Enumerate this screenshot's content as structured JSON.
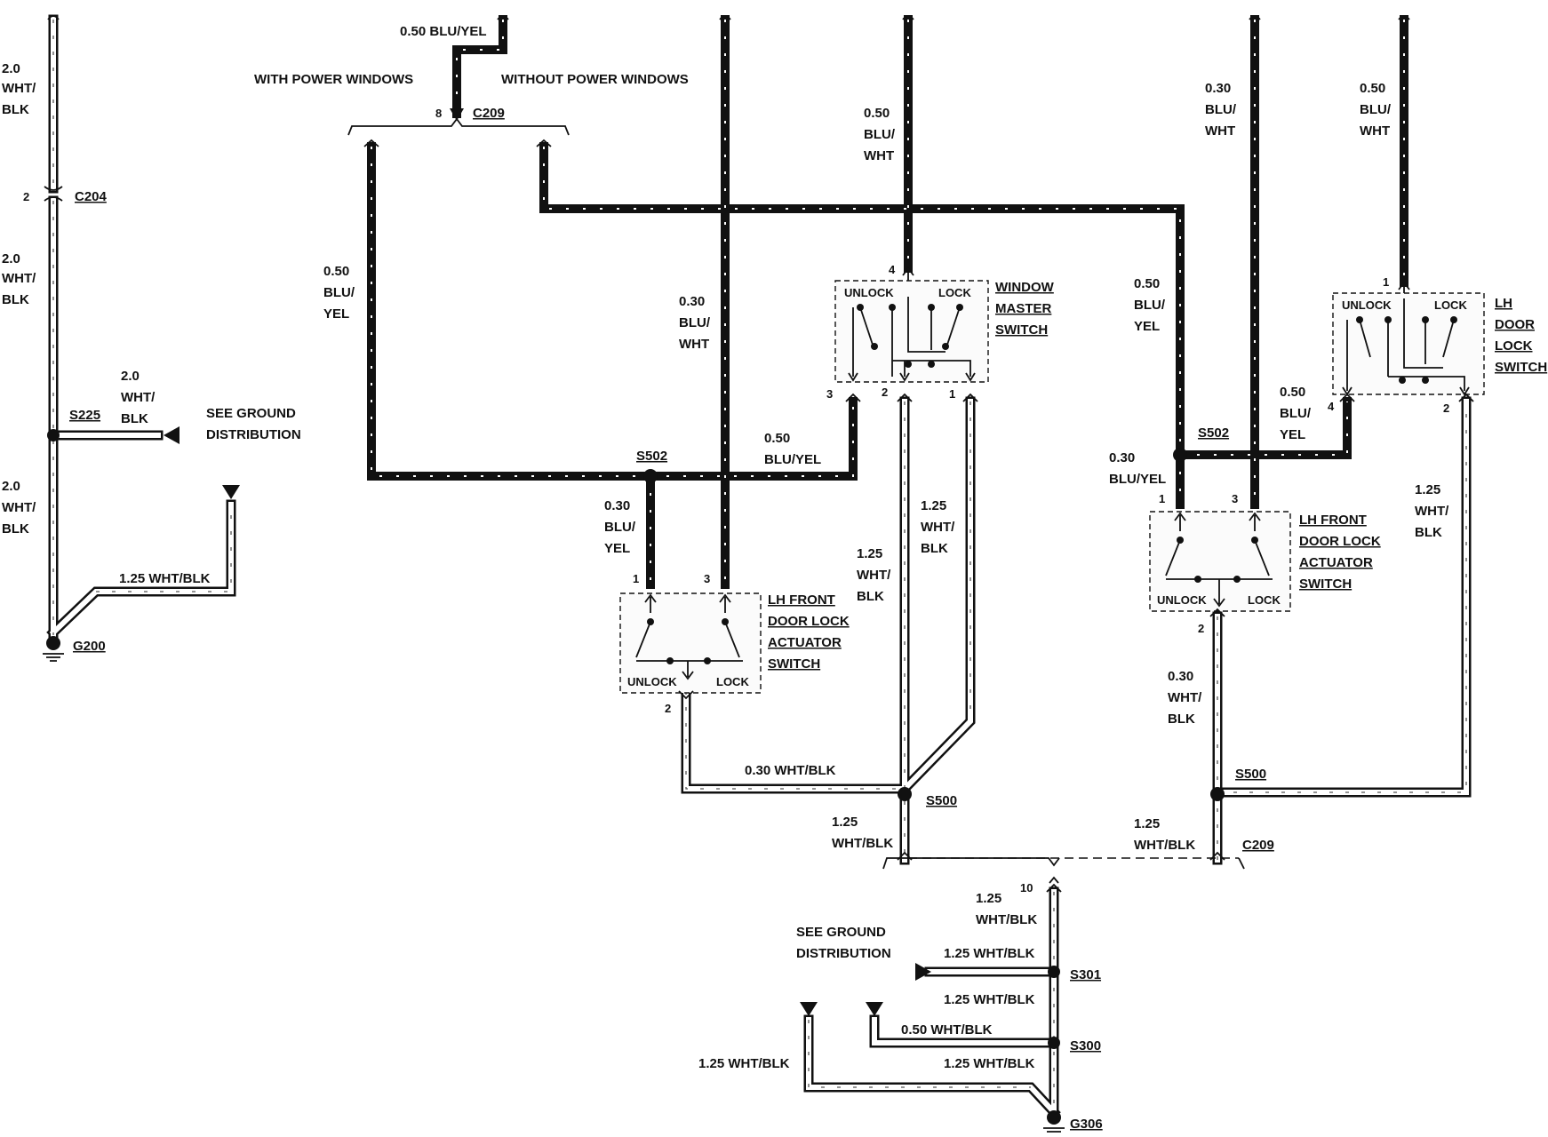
{
  "labels": {
    "lbl_tl_wire": "0.50 BLU/YEL",
    "lbl_with_pw": "WITH POWER WINDOWS",
    "lbl_without_pw": "WITHOUT POWER WINDOWS",
    "lbl_c209_top_pin": "8",
    "lbl_c209_top": "C209",
    "lbl_left_a1": "2.0",
    "lbl_left_a2": "WHT/",
    "lbl_left_a3": "BLK",
    "lbl_c204_pin": "2",
    "lbl_c204": "C204",
    "lbl_left_b1": "2.0",
    "lbl_left_b2": "WHT/",
    "lbl_left_b3": "BLK",
    "lbl_s225": "S225",
    "lbl_s225w1": "2.0",
    "lbl_s225w2": "WHT/",
    "lbl_s225w3": "BLK",
    "lbl_seeground1a": "SEE GROUND",
    "lbl_seeground1b": "DISTRIBUTION",
    "lbl_left_c1": "2.0",
    "lbl_left_c2": "WHT/",
    "lbl_left_c3": "BLK",
    "lbl_g200w": "1.25 WHT/BLK",
    "lbl_g200": "G200",
    "lbl_bluyel_a1": "0.50",
    "lbl_bluyel_a2": "BLU/",
    "lbl_bluyel_a3": "YEL",
    "lbl_bluwht_a1": "0.30",
    "lbl_bluwht_a2": "BLU/",
    "lbl_bluwht_a3": "WHT",
    "lbl_bluwht_b1": "0.50",
    "lbl_bluwht_b2": "BLU/",
    "lbl_bluwht_b3": "WHT",
    "lbl_wms_pin4": "4",
    "lbl_wms_unlock": "UNLOCK",
    "lbl_wms_lock": "LOCK",
    "lbl_wms1": "WINDOW",
    "lbl_wms2": "MASTER",
    "lbl_wms3": "SWITCH",
    "lbl_wms_pin3": "3",
    "lbl_wms_pin2": "2",
    "lbl_wms_pin1": "1",
    "lbl_s502_l": "S502",
    "lbl_bluyel_b1": "0.50",
    "lbl_bluyel_b2": "BLU/YEL",
    "lbl_bluyel_c1": "0.30",
    "lbl_bluyel_c2": "BLU/",
    "lbl_bluyel_c3": "YEL",
    "lbl_act_l_pin1": "1",
    "lbl_act_l_pin3": "3",
    "lbl_act_l1": "LH FRONT",
    "lbl_act_l2": "DOOR LOCK",
    "lbl_act_l3": "ACTUATOR",
    "lbl_act_l4": "SWITCH",
    "lbl_act_l_unlock": "UNLOCK",
    "lbl_act_l_lock": "LOCK",
    "lbl_act_l_pin2": "2",
    "lbl_wb_a1": "1.25",
    "lbl_wb_a2": "WHT/",
    "lbl_wb_a3": "BLK",
    "lbl_wb_b1": "1.25",
    "lbl_wb_b2": "WHT/",
    "lbl_wb_b3": "BLK",
    "lbl_wb_c": "0.30 WHT/BLK",
    "lbl_s500_l": "S500",
    "lbl_wb_d1": "1.25",
    "lbl_wb_d2": "WHT/BLK",
    "lbl_bluyel_d1": "0.50",
    "lbl_bluyel_d2": "BLU/",
    "lbl_bluyel_d3": "YEL",
    "lbl_bluwht_c1": "0.30",
    "lbl_bluwht_c2": "BLU/",
    "lbl_bluwht_c3": "WHT",
    "lbl_bluwht_d1": "0.50",
    "lbl_bluwht_d2": "BLU/",
    "lbl_bluwht_d3": "WHT",
    "lbl_lhdls_pin1": "1",
    "lbl_lhdls_unlock": "UNLOCK",
    "lbl_lhdls_lock": "LOCK",
    "lbl_lhdls1": "LH",
    "lbl_lhdls2": "DOOR",
    "lbl_lhdls3": "LOCK",
    "lbl_lhdls4": "SWITCH",
    "lbl_lhdls_pin4": "4",
    "lbl_lhdls_pin2": "2",
    "lbl_bluyel_e1": "0.50",
    "lbl_bluyel_e2": "BLU/",
    "lbl_bluyel_e3": "YEL",
    "lbl_bluyel_f1": "0.30",
    "lbl_bluyel_f2": "BLU/YEL",
    "lbl_s502_r": "S502",
    "lbl_act_r_pin1": "1",
    "lbl_act_r_pin3": "3",
    "lbl_act_r1": "LH FRONT",
    "lbl_act_r2": "DOOR LOCK",
    "lbl_act_r3": "ACTUATOR",
    "lbl_act_r4": "SWITCH",
    "lbl_act_r_unlock": "UNLOCK",
    "lbl_act_r_lock": "LOCK",
    "lbl_act_r_pin2": "2",
    "lbl_wb_e1": "0.30",
    "lbl_wb_e2": "WHT/",
    "lbl_wb_e3": "BLK",
    "lbl_wb_f1": "1.25",
    "lbl_wb_f2": "WHT/",
    "lbl_wb_f3": "BLK",
    "lbl_s500_r": "S500",
    "lbl_wb_g1": "1.25",
    "lbl_wb_g2": "WHT/BLK",
    "lbl_c209_bot": "C209",
    "lbl_c209_bot_pin": "10",
    "lbl_wb_h1": "1.25",
    "lbl_wb_h2": "WHT/BLK",
    "lbl_seeground2a": "SEE GROUND",
    "lbl_seeground2b": "DISTRIBUTION",
    "lbl_wb_i": "1.25 WHT/BLK",
    "lbl_s301": "S301",
    "lbl_wb_j": "1.25 WHT/BLK",
    "lbl_wb_k": "0.50 WHT/BLK",
    "lbl_s300": "S300",
    "lbl_wb_l": "1.25 WHT/BLK",
    "lbl_wb_m": "1.25 WHT/BLK",
    "lbl_g306": "G306"
  }
}
